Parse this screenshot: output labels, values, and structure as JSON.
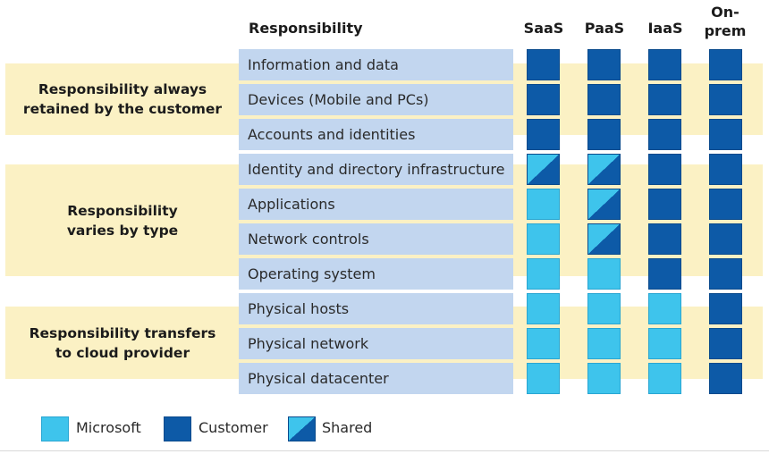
{
  "header": {
    "responsibility": "Responsibility",
    "columns": [
      "SaaS",
      "PaaS",
      "IaaS",
      "On-\nprem"
    ]
  },
  "groups": [
    {
      "label": "Responsibility always\nretained by the customer"
    },
    {
      "label": "Responsibility\nvaries by type"
    },
    {
      "label": "Responsibility transfers\nto cloud provider"
    }
  ],
  "rows": [
    {
      "label": "Information and data",
      "cells": [
        "customer",
        "customer",
        "customer",
        "customer"
      ]
    },
    {
      "label": "Devices (Mobile and PCs)",
      "cells": [
        "customer",
        "customer",
        "customer",
        "customer"
      ]
    },
    {
      "label": "Accounts and identities",
      "cells": [
        "customer",
        "customer",
        "customer",
        "customer"
      ]
    },
    {
      "label": "Identity and directory infrastructure",
      "cells": [
        "shared",
        "shared",
        "customer",
        "customer"
      ]
    },
    {
      "label": "Applications",
      "cells": [
        "microsoft",
        "shared",
        "customer",
        "customer"
      ]
    },
    {
      "label": "Network controls",
      "cells": [
        "microsoft",
        "shared",
        "customer",
        "customer"
      ]
    },
    {
      "label": "Operating system",
      "cells": [
        "microsoft",
        "microsoft",
        "customer",
        "customer"
      ]
    },
    {
      "label": "Physical hosts",
      "cells": [
        "microsoft",
        "microsoft",
        "microsoft",
        "customer"
      ]
    },
    {
      "label": "Physical network",
      "cells": [
        "microsoft",
        "microsoft",
        "microsoft",
        "customer"
      ]
    },
    {
      "label": "Physical datacenter",
      "cells": [
        "microsoft",
        "microsoft",
        "microsoft",
        "customer"
      ]
    }
  ],
  "legend": {
    "microsoft": "Microsoft",
    "customer": "Customer",
    "shared": "Shared"
  },
  "colors": {
    "microsoft": "#3ec4ec",
    "customer": "#0d5aa7",
    "row_label_bg": "#c2d6ef",
    "group_band_bg": "#fbf1c4"
  }
}
